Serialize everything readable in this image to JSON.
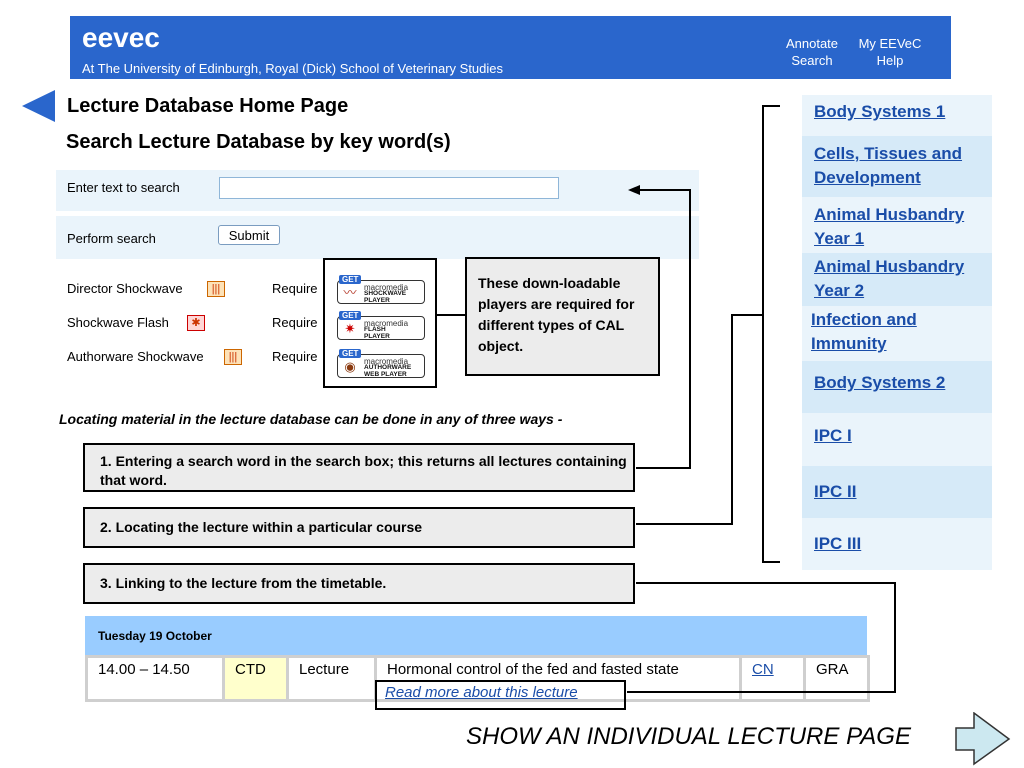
{
  "header": {
    "brand": "eevec",
    "tagline": "At The University of Edinburgh, Royal (Dick) School of Veterinary Studies",
    "links": {
      "annotate": "Annotate",
      "search": "Search",
      "my_eevec": "My EEVeC",
      "help": "Help"
    }
  },
  "page_title": "Lecture Database Home Page",
  "search_title": "Search Lecture Database by key word(s)",
  "search": {
    "enter_label": "Enter text to search",
    "input_value": "",
    "perform_label": "Perform search",
    "submit_label": "Submit"
  },
  "plugins": [
    {
      "name": "Director Shockwave",
      "icon": "director-icon",
      "require": "Require",
      "badge_get": "GET",
      "badge_brand": "macromedia",
      "badge_product": "SHOCKWAVE PLAYER"
    },
    {
      "name": "Shockwave Flash",
      "icon": "flash-icon",
      "require": "Require",
      "badge_get": "GET",
      "badge_brand": "macromedia",
      "badge_product": "FLASH PLAYER"
    },
    {
      "name": "Authorware Shockwave",
      "icon": "authorware-icon",
      "require": "Require",
      "badge_get": "GET",
      "badge_brand": "macromedia",
      "badge_product": "AUTHORWARE WEB PLAYER"
    }
  ],
  "callout": "These down-loadable players are required for different types of CAL object.",
  "locating_text": "Locating material in the lecture database can be done in any of three ways -",
  "steps": [
    "1. Entering a search word in the search box; this returns all lectures containing that word.",
    "2. Locating the lecture within a particular course",
    "3. Linking to the lecture from the timetable."
  ],
  "courses": [
    "Body Systems 1",
    "Cells, Tissues and Development",
    "Animal Husbandry Year 1",
    "Animal Husbandry Year 2",
    "Infection and Immunity",
    "Body Systems 2",
    "IPC I",
    "IPC II",
    "IPC III"
  ],
  "timetable": {
    "date": "Tuesday 19 October",
    "row": {
      "time": "14.00 – 14.50",
      "code": "CTD",
      "type": "Lecture",
      "title": "Hormonal control of the fed and fasted state",
      "lecturer": "CN",
      "room": "GRA"
    },
    "read_more": "Read more about this lecture"
  },
  "footer_text": "SHOW AN INDIVIDUAL LECTURE PAGE",
  "colors": {
    "header_bg": "#2a66cc",
    "back_arrow": "#2a66cc",
    "link": "#1a4da8",
    "panel_bg": "#eaf4fb",
    "timetable_header": "#99ccff",
    "highlight_cell": "#ffffcc",
    "next_arrow": "#cce8f0"
  }
}
